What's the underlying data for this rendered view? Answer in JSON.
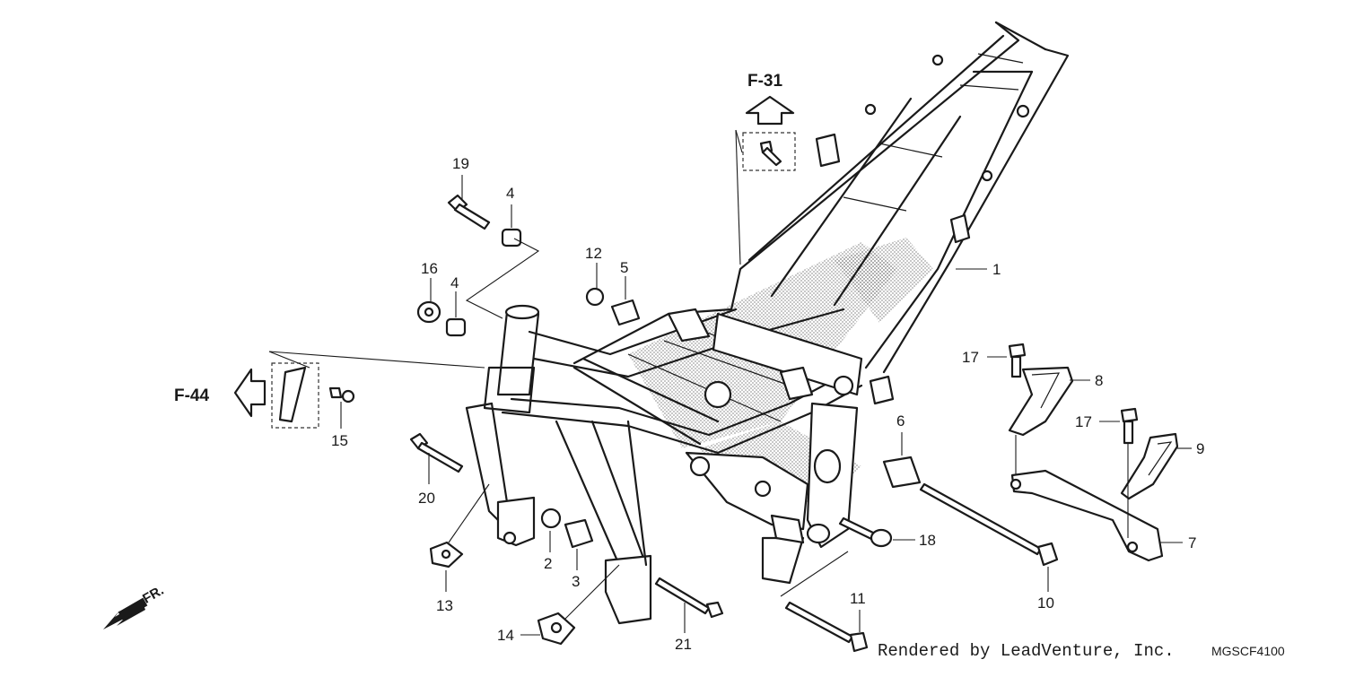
{
  "diagram": {
    "callouts": [
      {
        "id": "1",
        "text": "1"
      },
      {
        "id": "2",
        "text": "2"
      },
      {
        "id": "3",
        "text": "3"
      },
      {
        "id": "4a",
        "text": "4"
      },
      {
        "id": "4b",
        "text": "4"
      },
      {
        "id": "5",
        "text": "5"
      },
      {
        "id": "6",
        "text": "6"
      },
      {
        "id": "7",
        "text": "7"
      },
      {
        "id": "8",
        "text": "8"
      },
      {
        "id": "9",
        "text": "9"
      },
      {
        "id": "10",
        "text": "10"
      },
      {
        "id": "11",
        "text": "11"
      },
      {
        "id": "12",
        "text": "12"
      },
      {
        "id": "13",
        "text": "13"
      },
      {
        "id": "14",
        "text": "14"
      },
      {
        "id": "15",
        "text": "15"
      },
      {
        "id": "16",
        "text": "16"
      },
      {
        "id": "17a",
        "text": "17"
      },
      {
        "id": "17b",
        "text": "17"
      },
      {
        "id": "18",
        "text": "18"
      },
      {
        "id": "19",
        "text": "19"
      },
      {
        "id": "20",
        "text": "20"
      },
      {
        "id": "21",
        "text": "21"
      }
    ],
    "references": {
      "f31": "F-31",
      "f44": "F-44"
    },
    "direction_label": "FR.",
    "credit": "Rendered by LeadVenture, Inc.",
    "diagram_code": "MGSCF4100"
  }
}
